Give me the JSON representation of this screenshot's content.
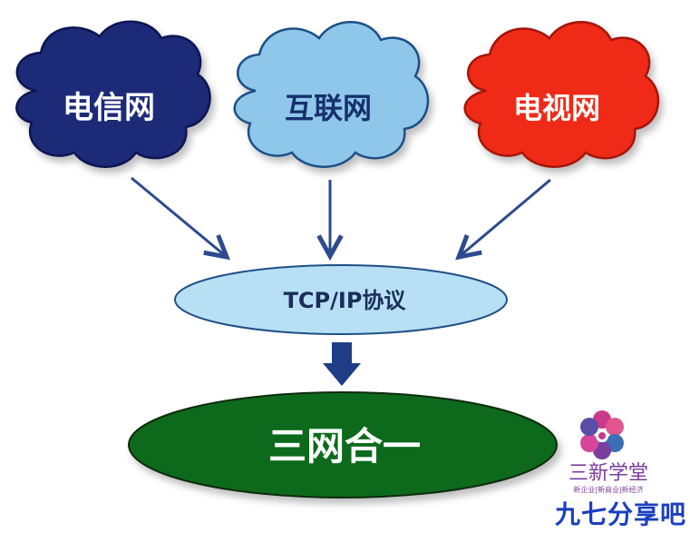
{
  "diagram": {
    "clouds": [
      {
        "label": "电信网",
        "fill": "#1a2a78",
        "stroke": "#0d1450",
        "text_color": "#ffffff"
      },
      {
        "label": "互联网",
        "fill": "#8fc7ea",
        "stroke": "#1f4f86",
        "text_color": "#16306e"
      },
      {
        "label": "电视网",
        "fill": "#ef2b12",
        "stroke": "#a3160a",
        "text_color": "#ffffff"
      }
    ],
    "protocol": {
      "label": "TCP/IP协议",
      "fill": "#b7e0f5",
      "stroke": "#1f4f86",
      "text_color": "#1b2d59"
    },
    "result": {
      "label": "三网合一",
      "fill": "#0d6b1a",
      "stroke": "#0a2a0e",
      "text_color": "#ffffff"
    },
    "arrow_color": "#2c4b8e",
    "big_arrow_color": "#1f3d86"
  },
  "logo": {
    "name": "三新学堂",
    "tagline": "新企业|新商业|新经济"
  },
  "watermark": {
    "text": "九七分享吧"
  }
}
